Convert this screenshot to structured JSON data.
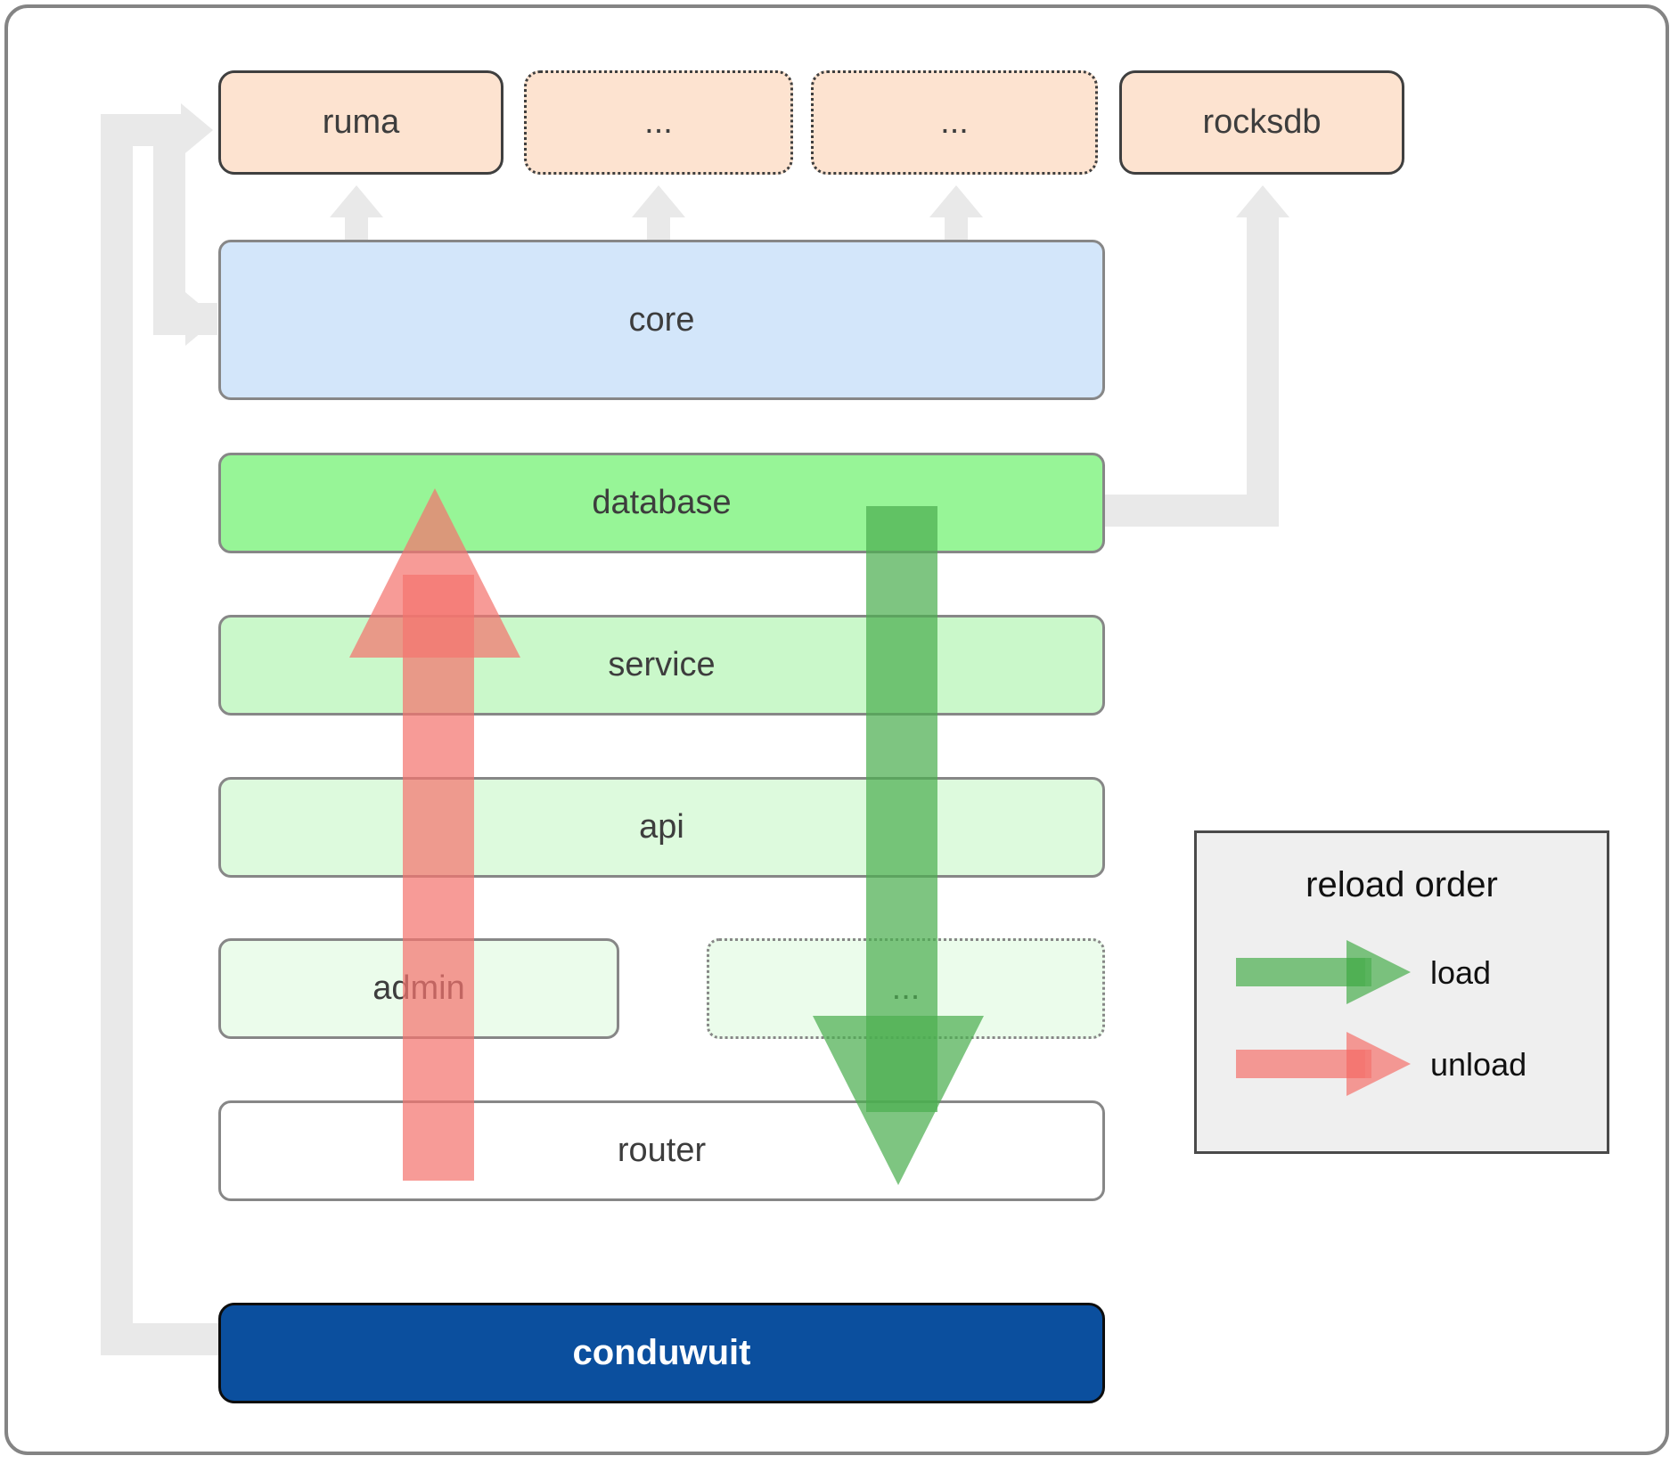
{
  "diagram": {
    "title": "conduwuit crate dependency and reload order diagram",
    "dependencies": [
      {
        "label": "ruma",
        "style": "solid"
      },
      {
        "label": "...",
        "style": "dotted"
      },
      {
        "label": "...",
        "style": "dotted"
      },
      {
        "label": "rocksdb",
        "style": "solid"
      }
    ],
    "stack": [
      {
        "label": "core",
        "style": "solid",
        "fill": "#d3e6fa"
      },
      {
        "label": "database",
        "style": "solid",
        "fill": "#97f597"
      },
      {
        "label": "service",
        "style": "solid",
        "fill": "#caf8ca"
      },
      {
        "label": "api",
        "style": "solid",
        "fill": "#ddfadd"
      },
      {
        "label": "admin",
        "style": "solid",
        "fill": "#ebfceb"
      },
      {
        "label": "...",
        "style": "dotted",
        "fill": "#ebfceb"
      },
      {
        "label": "router",
        "style": "solid",
        "fill": "#ffffff"
      }
    ],
    "root": {
      "label": "conduwuit"
    },
    "legend": {
      "title": "reload order",
      "entries": [
        {
          "label": "load",
          "color": "#4caf50"
        },
        {
          "label": "unload",
          "color": "#f4756f"
        }
      ]
    },
    "colors": {
      "dependency_fill": "#fde3d0",
      "core_fill": "#d3e6fa",
      "root_fill": "#0b4f9e",
      "connector": "#e9e9e9",
      "load_arrow": "#4caf50",
      "unload_arrow": "#f4756f",
      "frame_border": "#848484"
    }
  }
}
